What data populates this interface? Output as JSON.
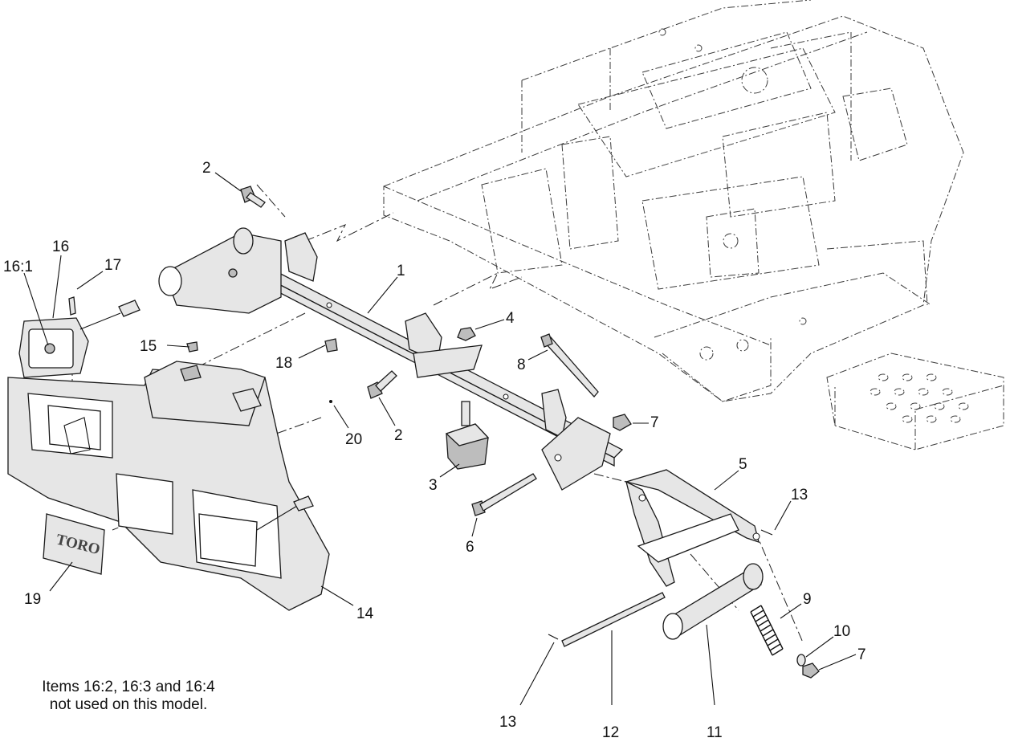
{
  "callouts": [
    {
      "id": "c2a",
      "text": "2"
    },
    {
      "id": "c16",
      "text": "16"
    },
    {
      "id": "c161",
      "text": "16:1"
    },
    {
      "id": "c17",
      "text": "17"
    },
    {
      "id": "c1",
      "text": "1"
    },
    {
      "id": "c4",
      "text": "4"
    },
    {
      "id": "c15",
      "text": "15"
    },
    {
      "id": "c18",
      "text": "18"
    },
    {
      "id": "c8",
      "text": "8"
    },
    {
      "id": "c20",
      "text": "20"
    },
    {
      "id": "c2b",
      "text": "2"
    },
    {
      "id": "c7a",
      "text": "7"
    },
    {
      "id": "c3",
      "text": "3"
    },
    {
      "id": "c5",
      "text": "5"
    },
    {
      "id": "c13a",
      "text": "13"
    },
    {
      "id": "c6",
      "text": "6"
    },
    {
      "id": "c19",
      "text": "19"
    },
    {
      "id": "c14",
      "text": "14"
    },
    {
      "id": "c9",
      "text": "9"
    },
    {
      "id": "c10",
      "text": "10"
    },
    {
      "id": "c7b",
      "text": "7"
    },
    {
      "id": "c13b",
      "text": "13"
    },
    {
      "id": "c12",
      "text": "12"
    },
    {
      "id": "c11",
      "text": "11"
    }
  ],
  "logo": {
    "text": "TORO"
  },
  "note": {
    "line1": "Items 16:2, 16:3 and 16:4",
    "line2": "not used on this model."
  }
}
